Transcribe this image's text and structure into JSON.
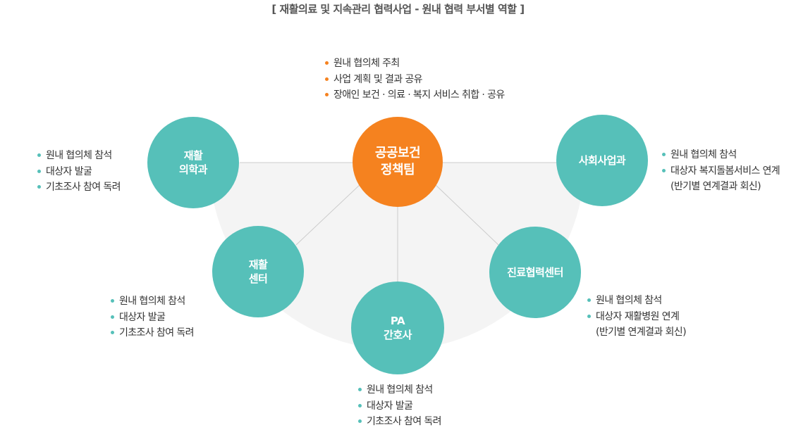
{
  "title": "[ 재활의료 및 지속관리 협력사업  - 원내 협력 부서별 역할 ]",
  "colors": {
    "center": "#f5821f",
    "node": "#56c0b9",
    "arc": "#f4f4f4",
    "line": "#cccccc"
  },
  "center": {
    "label_lines": [
      "공공보건",
      "정책팀"
    ],
    "items": [
      "원내 협의체 주최",
      "사업 계획 및 결과 공유",
      "장애인 보건 · 의료 · 복지 서비스 취합 · 공유"
    ]
  },
  "nodes": {
    "rehab_medicine": {
      "label_lines": [
        "재활",
        "의학과"
      ],
      "items": [
        "원내 협의체 참석",
        "대상자 발굴",
        "기초조사 참여 독려"
      ]
    },
    "social_work": {
      "label_lines": [
        "사회사업과"
      ],
      "items": [
        "원내 협의체 참석",
        "대상자 복지돌봄서비스 연계",
        "(반기별 연계결과 회신)"
      ]
    },
    "rehab_center": {
      "label_lines": [
        "재활",
        "센터"
      ],
      "items": [
        "원내 협의체 참석",
        "대상자 발굴",
        "기초조사 참여 독려"
      ]
    },
    "care_center": {
      "label_lines": [
        "진료협력센터"
      ],
      "items": [
        "원내 협의체 참석",
        "대상자 재활병원 연계",
        "(반기별 연계결과 회신)"
      ]
    },
    "pa_nursing": {
      "label_lines": [
        "PA",
        "간호사"
      ],
      "items": [
        "원내 협의체 참석",
        "대상자 발굴",
        "기초조사 참여 독려"
      ]
    }
  }
}
